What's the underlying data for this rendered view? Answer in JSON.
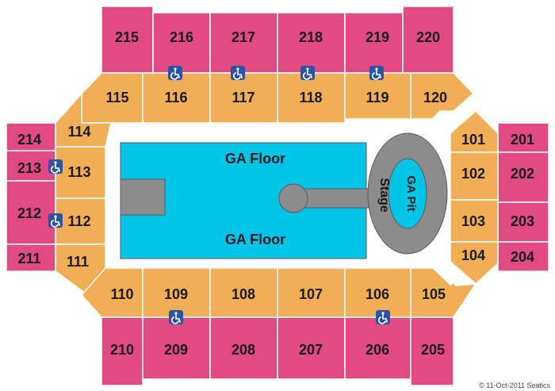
{
  "colors": {
    "upper": "#e24a84",
    "lower": "#f2ae54",
    "floor": "#00c4e8",
    "stage": "#8c8c8c",
    "ada": "#2a54a6"
  },
  "sections": {
    "s215": "215",
    "s216": "216",
    "s217": "217",
    "s218": "218",
    "s219": "219",
    "s220": "220",
    "s214": "214",
    "s213": "213",
    "s212": "212",
    "s211": "211",
    "s201": "201",
    "s202": "202",
    "s203": "203",
    "s204": "204",
    "s210": "210",
    "s209": "209",
    "s208": "208",
    "s207": "207",
    "s206": "206",
    "s205": "205",
    "s115": "115",
    "s116": "116",
    "s117": "117",
    "s118": "118",
    "s119": "119",
    "s120": "120",
    "s114": "114",
    "s113": "113",
    "s112": "112",
    "s111": "111",
    "s101": "101",
    "s102": "102",
    "s103": "103",
    "s104": "104",
    "s110": "110",
    "s109": "109",
    "s108": "108",
    "s107": "107",
    "s106": "106",
    "s105": "105"
  },
  "floor": {
    "ga_top": "GA Floor",
    "ga_bottom": "GA Floor",
    "pit": "GA Pit",
    "stage": "Stage"
  },
  "accessible_icon": "wheelchair-icon",
  "credit": "© 11-Oct-2011 Seatics"
}
